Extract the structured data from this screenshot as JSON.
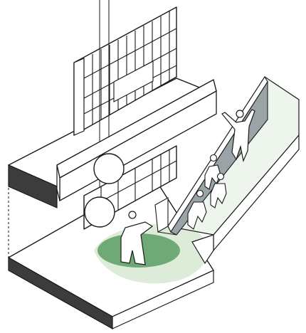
{
  "diagram": {
    "kind": "axonometric architectural section",
    "palette": {
      "line": "#1a1a1a",
      "paper": "#ffffff",
      "slab_dark": "#3c3c3c",
      "wall_grey": "#9aa3a6",
      "glass_grey": "#c9cfd1",
      "green_light": "#dcecd9",
      "green_mid": "#a9cfa5",
      "green_dark": "#6fa976"
    },
    "elements": [
      "ground-slab",
      "upper-floor-slab",
      "cantilever-beam",
      "window-grid-upper",
      "window-grid-lower",
      "pendant-lamp-upper",
      "pendant-lamp-lower",
      "stair-ramp",
      "stair-wall",
      "green-zone",
      "person-standing",
      "person-climbing",
      "person-waving"
    ]
  }
}
